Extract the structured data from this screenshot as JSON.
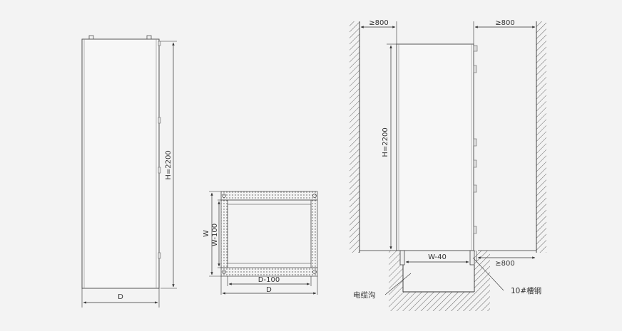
{
  "diagram": {
    "front_view": {
      "height_label": "H=2200",
      "depth_label": "D"
    },
    "plan_view": {
      "width_inner_label": "W-100",
      "width_label": "W",
      "depth_inner_label": "D-100",
      "depth_label": "D"
    },
    "installation_view": {
      "left_clearance": "≥800",
      "right_clearance": "≥800",
      "rear_clearance": "≥800",
      "height_label": "H=2200",
      "trench_width_label": "W-40",
      "cable_trench_label": "电缆沟",
      "channel_steel_label": "10#槽钢"
    }
  },
  "colors": {
    "background": "#f3f3f3",
    "line": "#333333",
    "cabinet_fill": "#f7f7f7"
  }
}
